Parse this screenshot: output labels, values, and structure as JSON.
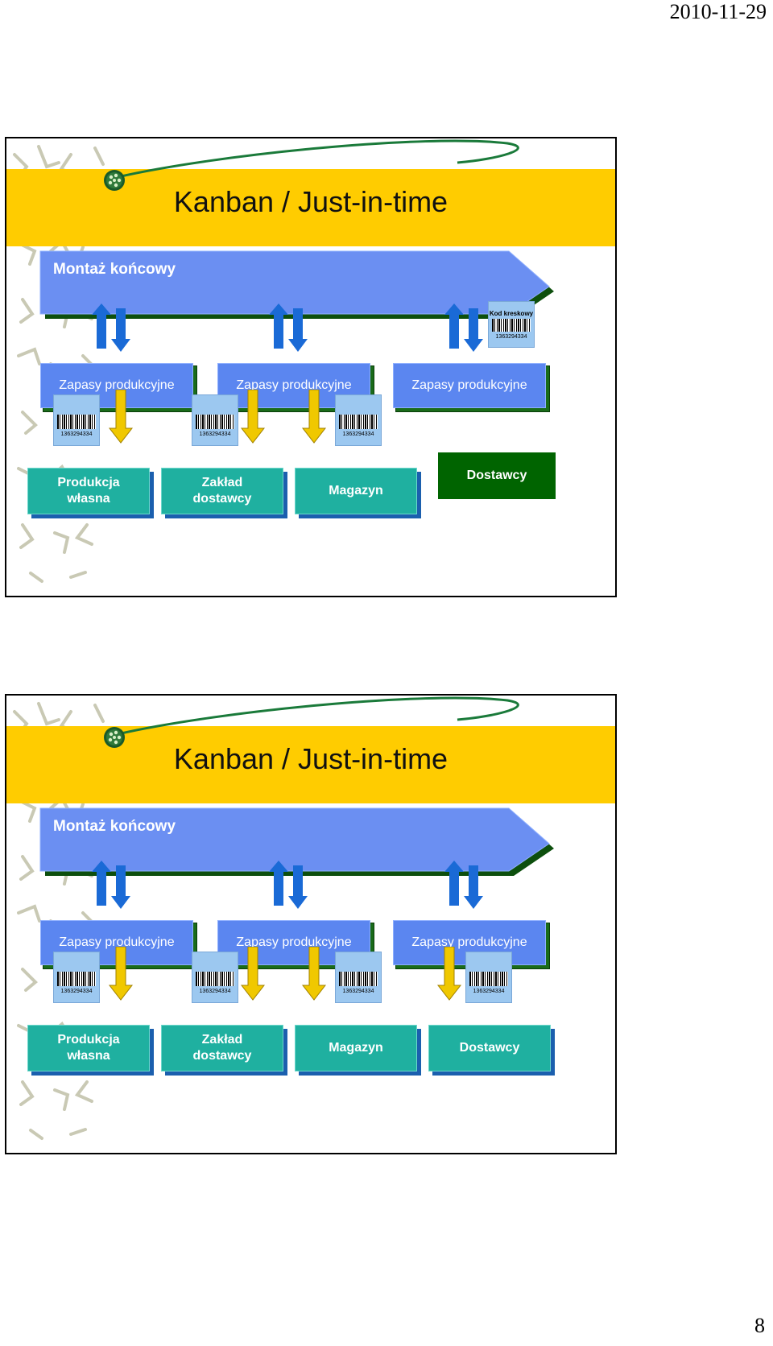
{
  "page": {
    "date": "2010-11-29",
    "number": "8"
  },
  "slides": [
    {
      "title": "Kanban / Just-in-time",
      "main": "Montaż końcowy",
      "stocks": [
        "Zapasy produkcyjne",
        "Zapasy produkcyjne",
        "Zapasy produkcyjne"
      ],
      "sources": [
        "Produkcja\nwłasna",
        "Zakład\ndostawcy",
        "Magazyn",
        "Dostawcy"
      ],
      "barcode_number": "1363294334",
      "barcode_label": "Kod kreskowy"
    },
    {
      "title": "Kanban / Just-in-time",
      "main": "Montaż końcowy",
      "stocks": [
        "Zapasy produkcyjne",
        "Zapasy produkcyjne",
        "Zapasy produkcyjne"
      ],
      "sources": [
        "Produkcja\nwłasna",
        "Zakład\ndostawcy",
        "Magazyn",
        "Dostawcy"
      ],
      "barcode_number": "1363294334"
    }
  ]
}
